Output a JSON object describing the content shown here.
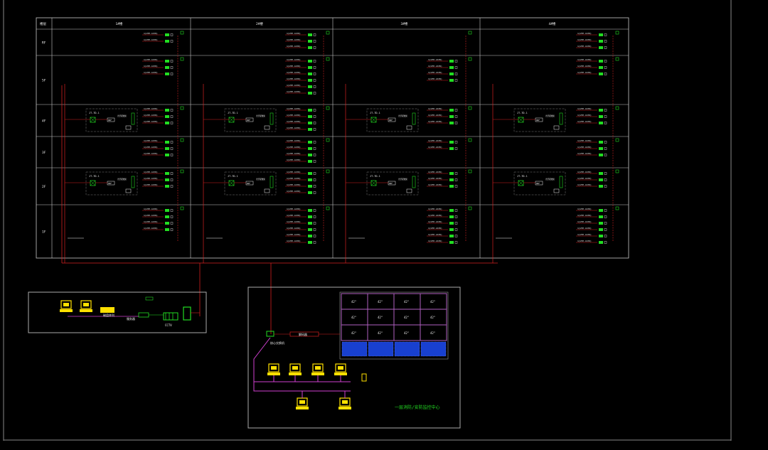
{
  "table": {
    "header_label": "楼层",
    "columns": [
      "1#楼",
      "2#楼",
      "3#楼",
      "4#楼"
    ],
    "floors": [
      "RF",
      "5F",
      "4F",
      "3F",
      "2F",
      "1F"
    ]
  },
  "labels": {
    "cable": "1(UTP-CAT6)",
    "panel_id": "JT-TD-1",
    "cabinet_note": "光纤配线架",
    "box_code": "ODF"
  },
  "monitor_room": {
    "title": "一层消防/安防监控中心",
    "tv_wall_cell": "42\"",
    "tv_wall_rows": 3,
    "tv_wall_cols": 4,
    "switch_label": "核心交换机",
    "decoder_label": "解码器"
  },
  "control_room": {
    "server_label": "服务器",
    "storage_label": "磁盘阵列",
    "rack_label": "CCTV"
  },
  "colors": {
    "grid": "#c8c8c8",
    "cable": "#d42020",
    "device": "#22dd22",
    "workstation": "#ffe000",
    "bus": "#d040d0",
    "tv_grid": "#b060c0",
    "tv_panel": "#1840d0",
    "label": "#f0f0f0"
  },
  "icons": [
    "camera-icon",
    "switch-icon",
    "workstation-icon",
    "tv-wall-icon"
  ]
}
